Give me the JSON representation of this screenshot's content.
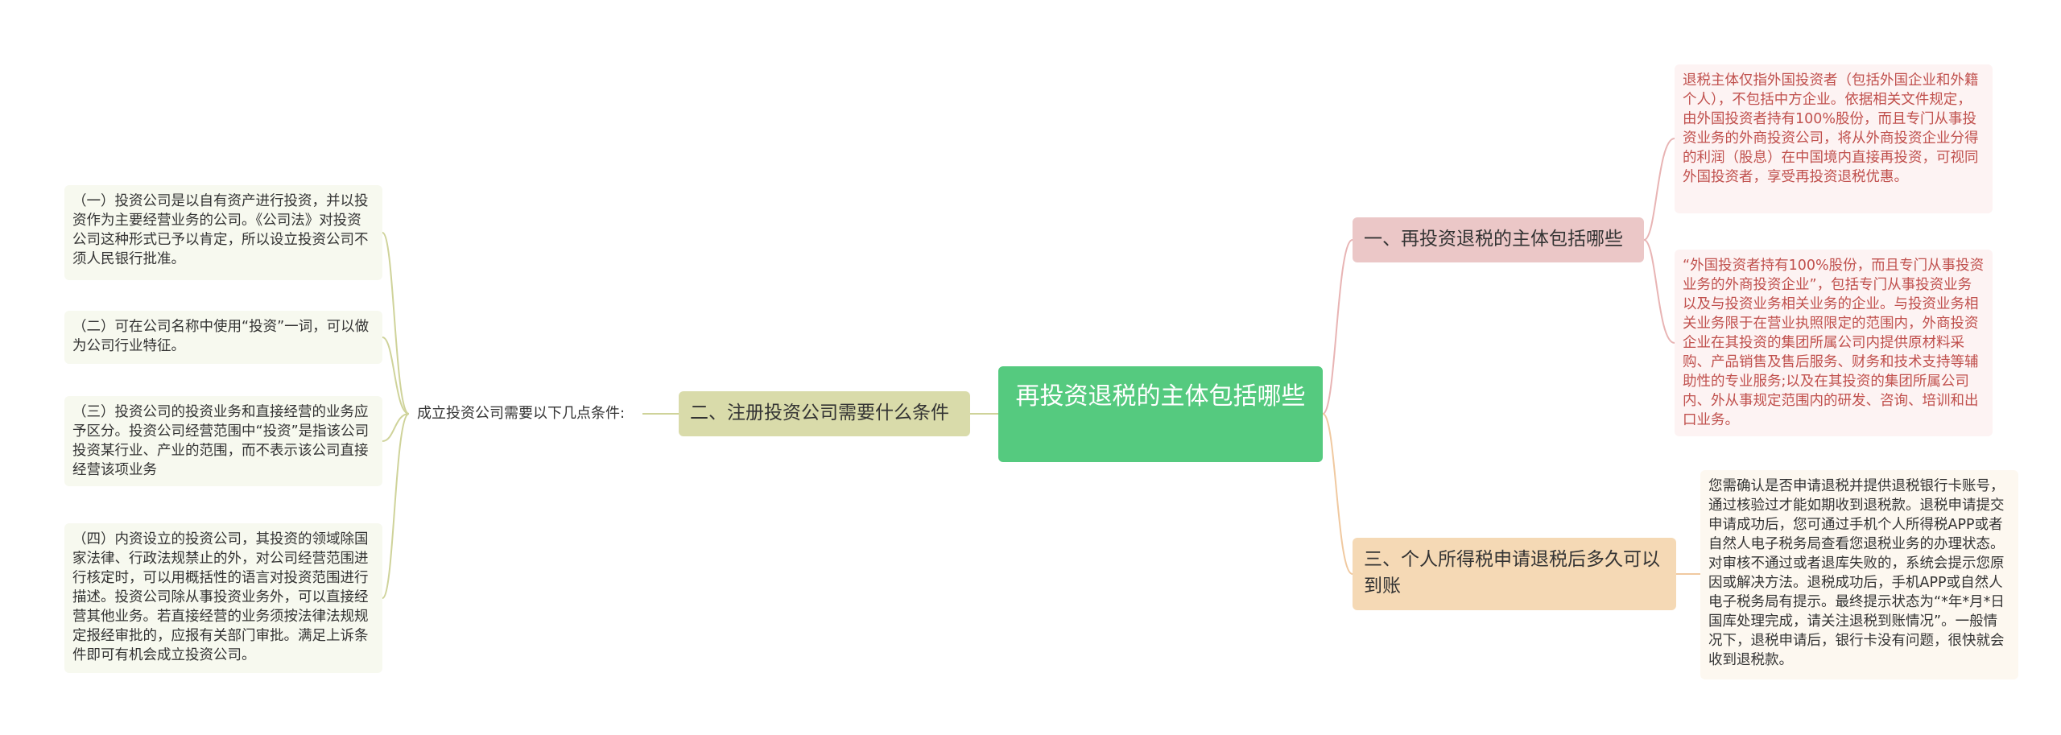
{
  "root": {
    "text": "再投资退税的主体包括哪些"
  },
  "branches": {
    "b1": {
      "text": "一、再投资退税的主体包括哪些"
    },
    "b2": {
      "text": "二、注册投资公司需要什么条件"
    },
    "b3": {
      "text": "三、个人所得税申请退税后多久可以到账"
    }
  },
  "b2_label": "成立投资公司需要以下几点条件:",
  "right_leaves": [
    "退税主体仅指外国投资者（包括外国企业和外籍个人），不包括中方企业。依据相关文件规定，由外国投资者持有100%股份，而且专门从事投资业务的外商投资公司，将从外商投资企业分得的利润（股息）在中国境内直接再投资，可视同外国投资者，享受再投资退税优惠。",
    "“外国投资者持有100%股份，而且专门从事投资业务的外商投资企业”，包括专门从事投资业务以及与投资业务相关业务的企业。与投资业务相关业务限于在营业执照限定的范围内，外商投资企业在其投资的集团所属公司内提供原材料采购、产品销售及售后服务、财务和技术支持等辅助性的专业服务;以及在其投资的集团所属公司内、外从事规定范围内的研发、咨询、培训和出口业务。",
    "您需确认是否申请退税并提供退税银行卡账号，通过核验过才能如期收到退税款。退税申请提交申请成功后，您可通过手机个人所得税APP或者自然人电子税务局查看您退税业务的办理状态。对审核不通过或者退库失败的，系统会提示您原因或解决方法。退税成功后，手机APP或自然人电子税务局有提示。最终提示状态为“*年*月*日国库处理完成，请关注退税到账情况”。一般情况下，退税申请后，银行卡没有问题，很快就会收到退税款。"
  ],
  "left_leaves": [
    "（一）投资公司是以自有资产进行投资，并以投资作为主要经营业务的公司。《公司法》对投资公司这种形式已予以肯定，所以设立投资公司不须人民银行批准。",
    "（二）可在公司名称中使用“投资”一词，可以做为公司行业特征。",
    "（三）投资公司的投资业务和直接经营的业务应予区分。投资公司经营范围中“投资”是指该公司投资某行业、产业的范围，而不表示该公司直接经营该项业务",
    "（四）内资设立的投资公司，其投资的领域除国家法律、行政法规禁止的外，对公司经营范围进行核定时，可以用概括性的语言对投资范围进行描述。投资公司除从事投资业务外，可以直接经营其他业务。若直接经营的业务须按法律法规规定报经审批的，应报有关部门审批。满足上诉条件即可有机会成立投资公司。"
  ],
  "colors": {
    "root": "#55ca7f",
    "branch1": "#ebc7c7",
    "branch2": "#d9dbaa",
    "branch3": "#f5d9b5",
    "link_right": "#e8b4b4",
    "link_left": "#cfd39a",
    "link_bottom": "#f0c9a0"
  }
}
